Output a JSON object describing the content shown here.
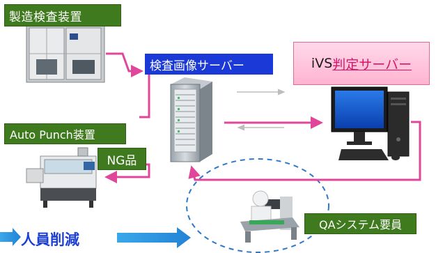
{
  "labels": {
    "manufacturing": "製造検査装置",
    "image_server": "検査画像サーバー",
    "ivs_prefix": "iVS",
    "ivs_highlight": "判定サーバー",
    "auto_punch": "Auto Punch装置",
    "ng": "NG品",
    "qa": "QAシステム要員",
    "reduction": "人員削減"
  },
  "colors": {
    "flow_arrow": "#e0479a",
    "label_green": "#3f7a1e",
    "label_blue": "#1a39d6",
    "ivs_pink": "#ffb4d0",
    "reduction_blue": "#1d3fd3",
    "dashed_ellipse": "#2f77c9"
  },
  "icons": [
    "inspection-machine-image",
    "server-tower-icon",
    "desktop-computer-icon",
    "punch-machine-image",
    "qa-worker-image"
  ]
}
